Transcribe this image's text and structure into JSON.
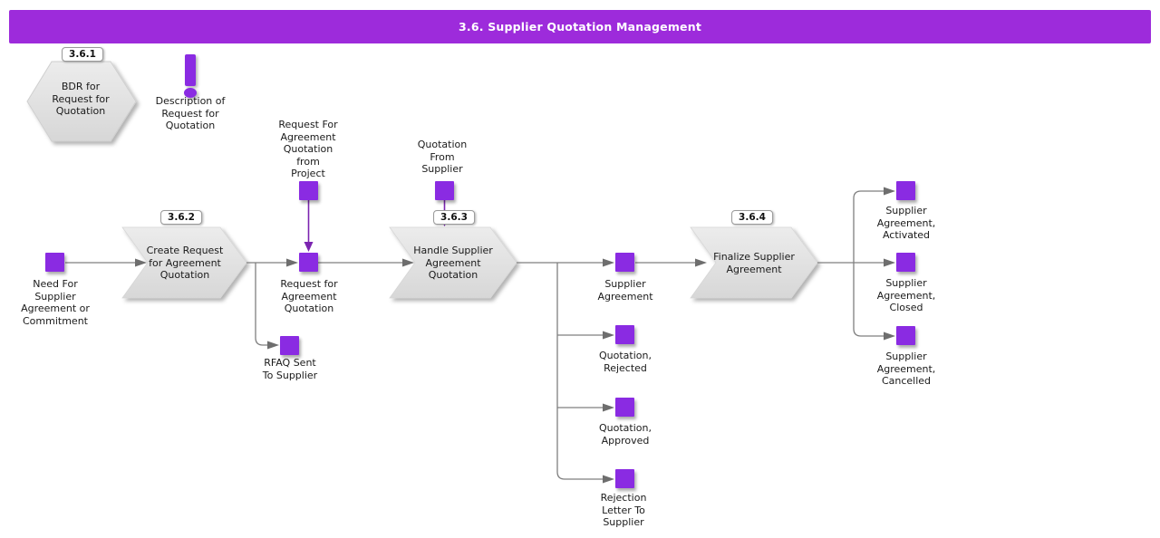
{
  "header": {
    "title": "3.6. Supplier Quotation Management"
  },
  "colors": {
    "header_bg": "#9D2BDB",
    "event_square": "#8A2BE2",
    "connector_gray": "#7F7F7F",
    "connector_purple": "#7B24B0",
    "process_shape_fill": "#E3E3E3"
  },
  "hexagon": {
    "badge": "3.6.1",
    "label": "BDR for\nRequest for\nQuotation"
  },
  "note": {
    "label": "Description of\nRequest for\nQuotation"
  },
  "processes": {
    "create_request": {
      "badge": "3.6.2",
      "label": "Create Request\nfor Agreement\nQuotation"
    },
    "handle_quotation": {
      "badge": "3.6.3",
      "label": "Handle Supplier\nAgreement\nQuotation"
    },
    "finalize_agreement": {
      "badge": "3.6.4",
      "label": "Finalize Supplier\nAgreement"
    }
  },
  "events": {
    "need_for_supplier": {
      "label": "Need For\nSupplier\nAgreement or\nCommitment"
    },
    "rfaq_from_project": {
      "label": "Request For\nAgreement\nQuotation\nfrom\nProject"
    },
    "request_for_agreement_quotation": {
      "label": "Request for\nAgreement\nQuotation"
    },
    "rfaq_sent_to_supplier": {
      "label": "RFAQ Sent\nTo Supplier"
    },
    "quotation_from_supplier": {
      "label": "Quotation\nFrom\nSupplier"
    },
    "supplier_agreement": {
      "label": "Supplier\nAgreement"
    },
    "quotation_rejected": {
      "label": "Quotation,\nRejected"
    },
    "quotation_approved": {
      "label": "Quotation,\nApproved"
    },
    "rejection_letter_to_supplier": {
      "label": "Rejection\nLetter To\nSupplier"
    },
    "supplier_agreement_activated": {
      "label": "Supplier\nAgreement,\nActivated"
    },
    "supplier_agreement_closed": {
      "label": "Supplier\nAgreement,\nClosed"
    },
    "supplier_agreement_cancelled": {
      "label": "Supplier\nAgreement,\nCancelled"
    }
  }
}
